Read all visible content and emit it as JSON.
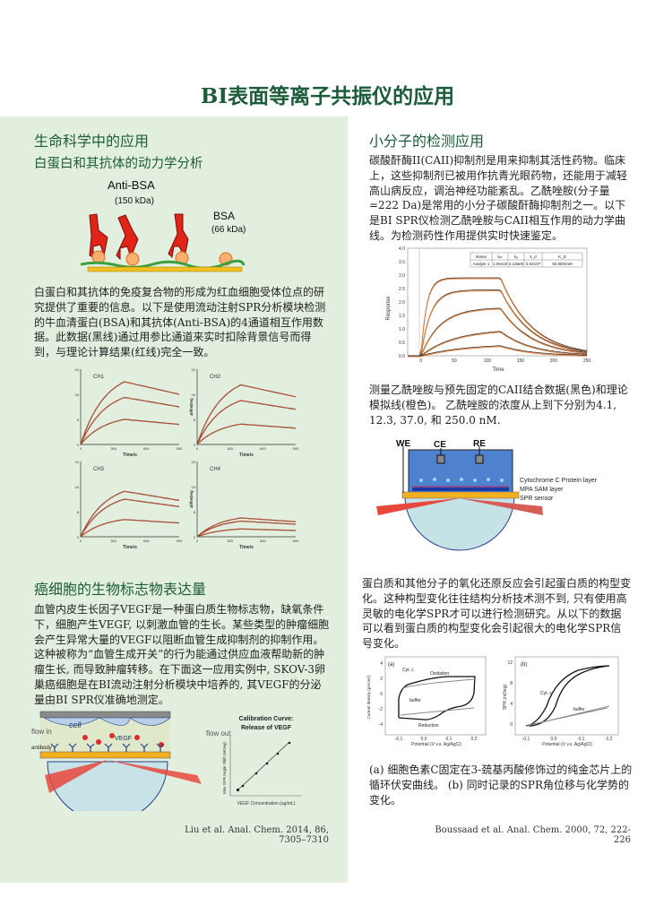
{
  "title": "BI表面等离子共振仪的应用",
  "left": {
    "section1": {
      "heading": "生命科学中的应用",
      "subheading": "白蛋白和其抗体的动力学分析",
      "figure": {
        "antibody_label": "Anti-BSA",
        "antibody_mass": "(150 kDa)",
        "antigen_label": "BSA",
        "antigen_mass": "(66 kDa)"
      },
      "paragraph": "白蛋白和其抗体的免疫复合物的形成为红血细胞受体位点的研究提供了重要的信息。以下是使用流动注射SPR分析模块检测的牛血清蛋白(BSA)和其抗体(Anti-BSA)的4通道相互作用数据。此数据(黑线)通过用参比通道来实时扣除背景信号而得到，与理论计算结果(红线)完全一致。",
      "charts": {
        "channels": [
          "CH1",
          "CH2",
          "CH3",
          "CH4"
        ],
        "xlabel": "Time/s",
        "ylabel": "Δθ/mDeg",
        "xticks": [
          "0",
          "300",
          "600",
          "900"
        ],
        "yticks": [
          "0",
          "8",
          "16",
          "24"
        ]
      }
    },
    "section2": {
      "heading": "癌细胞的生物标志物表达量",
      "paragraph": "血管内皮生长因子VEGF是一种蛋白质生物标志物，缺氧条件下，细胞产生VEGF, 以刺激血管的生长。某些类型的肿瘤细胞会产生异常大量的VEGF以阻断血管生成抑制剂的抑制作用。这种被称为“血管生成开关”的行为能通过供应血液帮助新的肿瘤生长, 而导致肿瘤转移。在下面这一应用实例中, SKOV-3卵巢癌细胞是在BI流动注射分析模块中培养的, 其VEGF的分泌量由BI SPR仪准确地测定。",
      "figure": {
        "cell": "cell",
        "vegf": "VEGF",
        "flow_in": "flow in",
        "flow_out": "flow out",
        "antibody": "antibody",
        "cal_title_1": "Calibration Curve:",
        "cal_title_2": "Release of VEGF",
        "cal_xlabel": "VEGF Concentration (ug/mL)",
        "cal_ylabel": "Max SPR Angle Shift (mDeg)"
      },
      "citation": "Liu et al. Anal. Chem. 2014, 86, 7305–7310"
    }
  },
  "right": {
    "section1": {
      "heading": "小分子的检测应用",
      "paragraph": "碳酸酐酶II(CAII)抑制剂是用来抑制其活性药物。临床上，这些抑制剂已被用作抗青光眼药物，还能用于减轻高山病反应，调治神经功能紊乱。乙酰唑胺(分子量=222 Da)是常用的小分子碳酸酐酶抑制剂之一。以下是BI SPR仪检测乙酰唑胺与CAII相互作用的动力学曲线。为检测药性作用提供实时快速鉴定。",
      "chart": {
        "xlabel": "Time",
        "ylabel": "Response",
        "xticks": [
          "0",
          "50",
          "100",
          "150",
          "200",
          "250"
        ],
        "yticks": [
          "0.0",
          "0.5",
          "1.0",
          "1.5",
          "2.0",
          "2.5",
          "3.0",
          "3.5",
          "4.0"
        ],
        "table": {
          "headers": [
            "Name",
            "kₘ",
            "kₐ",
            "k_d",
            "K_D"
          ],
          "row": [
            "Analyte 1",
            "1.00e10",
            "4.136e5",
            "0.02107",
            "50.9504nM"
          ]
        }
      },
      "caption": "测量乙酰唑胺与预先固定的CAII结合数据(黑色)和理论模拟线(橙色)。 乙酰唑胺的浓度从上到下分别为4.1, 12.3, 37.0, 和 250.0 nM."
    },
    "section2": {
      "diagram": {
        "we": "WE",
        "ce": "CE",
        "re": "RE",
        "layer1": "Cytochrome C Protein layer",
        "layer2": "MPA SAM layer",
        "layer3": "SPR sensor"
      },
      "paragraph": "蛋白质和其他分子的氧化还原反应会引起蛋白质的构型变化。这种构型变化往往结构分析技术测不到, 只有使用高灵敏的电化学SPR才可以进行检测研究。从以下的数据可以看到蛋白质的构型变化会引起很大的电化学SPR信号变化。",
      "chart_a": {
        "tag": "(a)",
        "cyt": "Cyt. c",
        "oxidation": "Oxidation",
        "buffer": "buffer",
        "reduction": "Reduction",
        "ylabel": "Current density (μA/cm²)",
        "xlabel": "Potential (V v.s. Ag/AgCl)",
        "yticks": [
          "4",
          "2",
          "0",
          "-2",
          "-4"
        ],
        "xticks": [
          "-0.1",
          "0.0",
          "0.1",
          "0.2"
        ]
      },
      "chart_b": {
        "tag": "(b)",
        "cyt": "Cyt. c",
        "buffer": "buffer",
        "ylabel": "SPR (mDeg)",
        "xlabel": "Potential (V v.s. Ag/AgCl)",
        "yticks": [
          "12",
          "8",
          "4",
          "0"
        ],
        "xticks": [
          "-0.1",
          "0.0",
          "0.1",
          "0.2"
        ]
      },
      "caption": "(a) 细胞色素C固定在3-巯基丙酸修饰过的纯金芯片上的循环伏安曲线。 (b) 同时记录的SPR角位移与化学势的变化。",
      "citation": "Boussaad et al. Anal. Chem. 2000, 72, 222-226"
    }
  }
}
